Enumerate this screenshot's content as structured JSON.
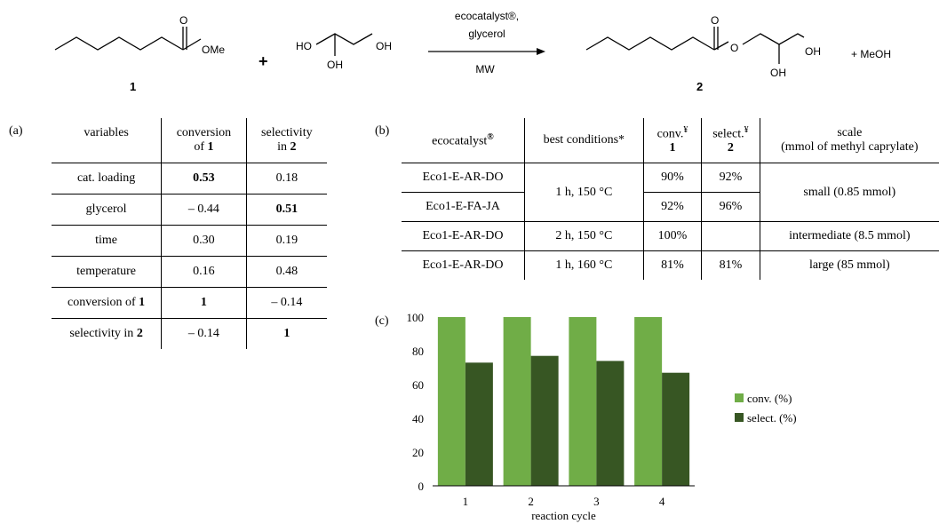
{
  "scheme": {
    "compound1_label": "1",
    "compound1_group": "OMe",
    "compound1_o": "O",
    "plus": "+",
    "glycerol_oh1": "HO",
    "glycerol_oh2": "OH",
    "glycerol_oh3": "OH",
    "arrow_top_line1": "ecocatalyst®,",
    "arrow_top_line2": "glycerol",
    "arrow_bottom": "MW",
    "product_o_carbonyl": "O",
    "product_o_ester": "O",
    "product_oh1": "OH",
    "product_oh2": "OH",
    "product_label": "2",
    "byproduct": "+ MeOH"
  },
  "panels": {
    "a": "(a)",
    "b": "(b)",
    "c": "(c)"
  },
  "tableA": {
    "headers": [
      {
        "line1": "variables",
        "line2": "",
        "bold2": ""
      },
      {
        "line1": "conversion",
        "line2": "of ",
        "bold2": "1"
      },
      {
        "line1": "selectivity",
        "line2": "in ",
        "bold2": "2"
      }
    ],
    "rows": [
      {
        "label": "cat. loading",
        "label_bold": "",
        "v1": "0.53",
        "v1_bold": true,
        "v2": "0.18",
        "v2_bold": false
      },
      {
        "label": "glycerol",
        "label_bold": "",
        "v1": "– 0.44",
        "v1_bold": false,
        "v2": "0.51",
        "v2_bold": true
      },
      {
        "label": "time",
        "label_bold": "",
        "v1": "0.30",
        "v1_bold": false,
        "v2": "0.19",
        "v2_bold": false
      },
      {
        "label": "temperature",
        "label_bold": "",
        "v1": "0.16",
        "v1_bold": false,
        "v2": "0.48",
        "v2_bold": false
      },
      {
        "label": "conversion of ",
        "label_bold": "1",
        "v1": "1",
        "v1_bold": true,
        "v2": "– 0.14",
        "v2_bold": false
      },
      {
        "label": "selectivity  in ",
        "label_bold": "2",
        "v1": "– 0.14",
        "v1_bold": false,
        "v2": "1",
        "v2_bold": true
      }
    ]
  },
  "tableB": {
    "headers": {
      "catalyst": "ecocatalyst",
      "catalyst_sup": "®",
      "conditions": "best conditions*",
      "conv": "conv.",
      "conv_sup": "¥",
      "conv_num": "1",
      "select": "select.",
      "select_sup": "¥",
      "select_num": "2",
      "scale_line1": "scale",
      "scale_line2": "(mmol of methyl caprylate)"
    },
    "rows": [
      {
        "catalyst": "Eco1-E-AR-DO",
        "conditions": "1 h, 150 °C",
        "conv": "90%",
        "select": "92%",
        "scale": "small (0.85 mmol)"
      },
      {
        "catalyst": "Eco1-E-FA-JA",
        "conv": "92%",
        "select": "96%"
      },
      {
        "catalyst": "Eco1-E-AR-DO",
        "conditions": "2 h, 150 °C",
        "conv": "100%",
        "select": "",
        "scale": "intermediate (8.5 mmol)"
      },
      {
        "catalyst": "Eco1-E-AR-DO",
        "conditions": "1 h, 160 °C",
        "conv": "81%",
        "select": "81%",
        "scale": "large (85 mmol)"
      }
    ]
  },
  "chart_data": {
    "type": "bar",
    "categories": [
      "1",
      "2",
      "3",
      "4"
    ],
    "series": [
      {
        "name": "conv. (%)",
        "values": [
          100,
          100,
          100,
          100
        ],
        "color": "#70ad47"
      },
      {
        "name": "select. (%)",
        "values": [
          73,
          77,
          74,
          67
        ],
        "color": "#375623"
      }
    ],
    "xlabel": "reaction cycle",
    "ylabel": "",
    "ylim": [
      0,
      100
    ],
    "yticks": [
      "0",
      "20",
      "40",
      "60",
      "80",
      "100"
    ],
    "grid": false,
    "legend": "right"
  }
}
